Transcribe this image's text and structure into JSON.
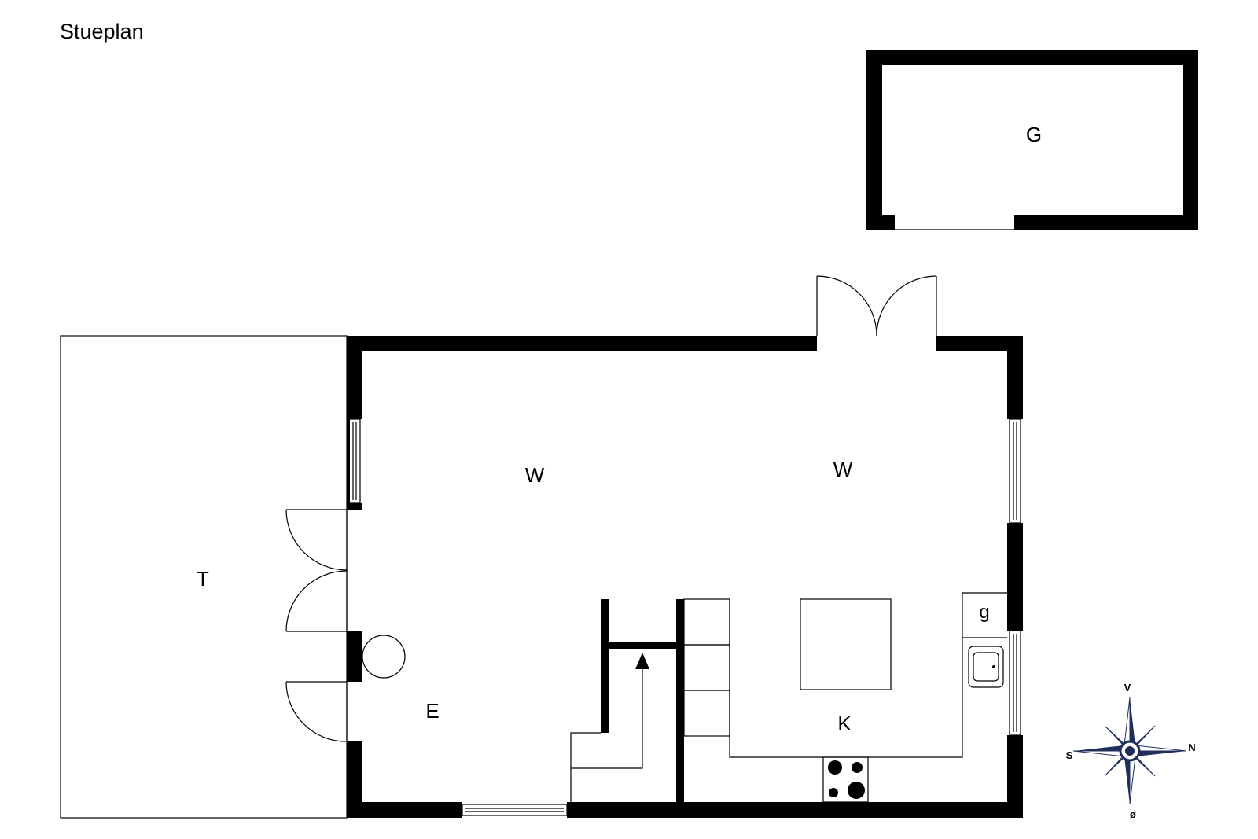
{
  "plan": {
    "title": "Stueplan",
    "rooms": {
      "garage": "G",
      "living_left": "W",
      "living_right": "W",
      "terrace": "T",
      "entrance": "E",
      "kitchen": "K",
      "appliance": "g"
    },
    "compass": {
      "top": "V",
      "left": "S",
      "right": "N",
      "bottom": "ø"
    }
  },
  "colors": {
    "wall": "#000000",
    "background": "#ffffff",
    "compass_dark": "#1f2f5a"
  }
}
